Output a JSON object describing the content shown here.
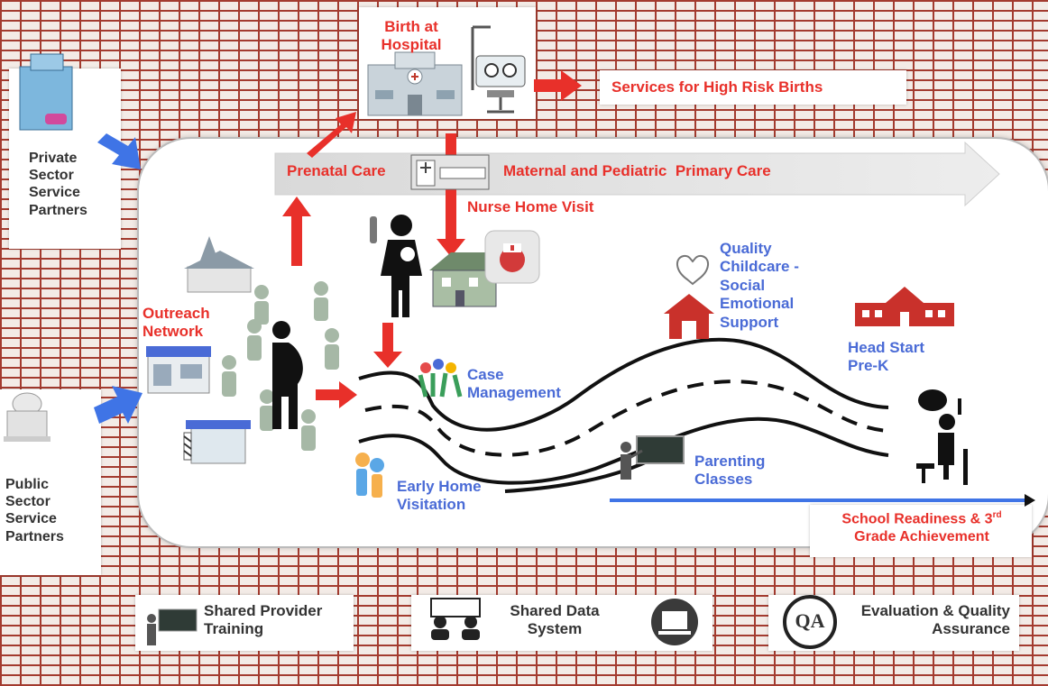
{
  "labels": {
    "birth_at_hospital": "Birth at Hospital",
    "services_high_risk": "Services for High Risk Births",
    "private_partners": "Private Sector Service Partners",
    "public_partners": "Public Sector Service Partners",
    "prenatal_care": "Prenatal Care",
    "maternal_pediatric": "Maternal and Pediatric  Primary Care",
    "nurse_home_visit": "Nurse Home Visit",
    "outreach_network": "Outreach Network",
    "quality_childcare": "Quality Childcare - Social Emotional Support",
    "head_start": "Head Start Pre-K",
    "case_management": "Case Management",
    "parenting_classes": "Parenting Classes",
    "early_home_visitation": "Early Home Visitation",
    "school_readiness": "School Readiness & 3",
    "school_readiness_sup": "rd",
    "grade_achievement": "Grade Achievement",
    "shared_provider_training": "Shared Provider Training",
    "shared_data_system": "Shared Data System",
    "evaluation_qa": "Evaluation & Quality Assurance",
    "qa_badge": "QA"
  },
  "colors": {
    "brick": "#a33b2f",
    "arrow_red": "#e8302a",
    "arrow_blue": "#3f74e6",
    "label_blue": "#4a6bd6",
    "figure_green": "#a6b8a6"
  }
}
